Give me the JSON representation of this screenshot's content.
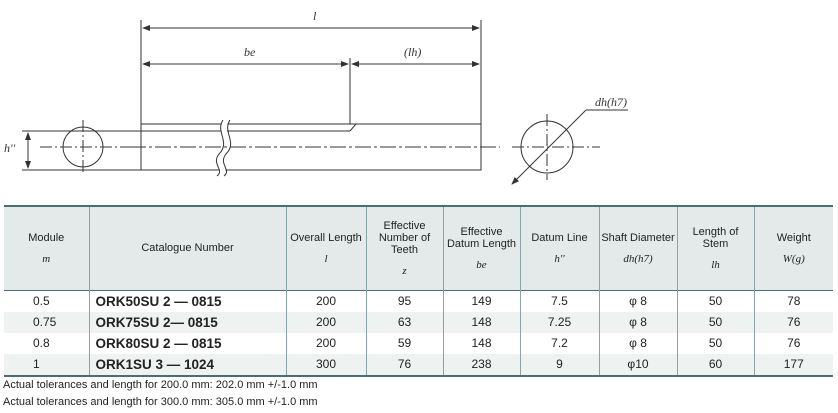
{
  "drawing": {
    "label_l": "l",
    "label_be": "be",
    "label_lh": "(lh)",
    "label_dh": "dh(h7)",
    "label_h": "h''"
  },
  "table": {
    "headers": [
      {
        "title": "Module",
        "symbol": "m"
      },
      {
        "title": "Catalogue Number",
        "symbol": ""
      },
      {
        "title": "Overall Length",
        "symbol": "l"
      },
      {
        "title": "Effective Number of Teeth",
        "symbol": "z"
      },
      {
        "title": "Effective Datum Length",
        "symbol": "be"
      },
      {
        "title": "Datum Line",
        "symbol": "h''"
      },
      {
        "title": "Shaft Diameter",
        "symbol": "dh(h7)"
      },
      {
        "title": "Length of Stem",
        "symbol": "lh"
      },
      {
        "title": "Weight",
        "symbol": "W(g)"
      }
    ],
    "rows": [
      [
        "0.5",
        "ORK50SU 2 — 0815",
        "200",
        "95",
        "149",
        "7.5",
        "φ 8",
        "50",
        "78"
      ],
      [
        "0.75",
        "ORK75SU 2— 0815",
        "200",
        "63",
        "148",
        "7.25",
        "φ 8",
        "50",
        "76"
      ],
      [
        "0.8",
        "ORK80SU 2 — 0815",
        "200",
        "59",
        "148",
        "7.2",
        "φ 8",
        "50",
        "76"
      ],
      [
        "1",
        "ORK1SU 3 — 1024",
        "300",
        "76",
        "238",
        "9",
        "φ10",
        "60",
        "177"
      ]
    ]
  },
  "notes": [
    "Actual tolerances and length for 200.0 mm: 202.0 mm +/-1.0 mm",
    "Actual tolerances and length for 300.0 mm: 305.0 mm +/-1.0 mm"
  ]
}
